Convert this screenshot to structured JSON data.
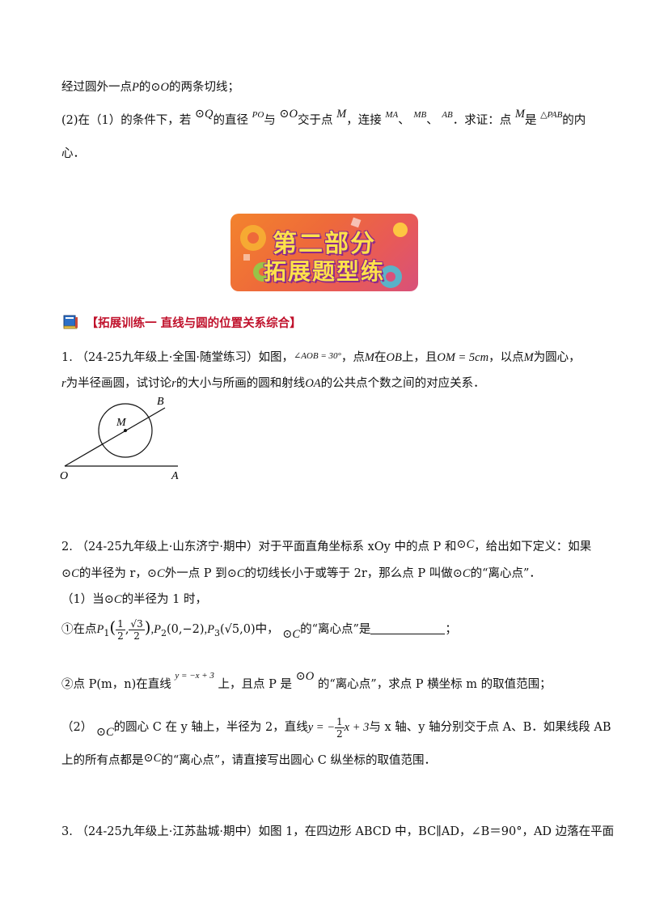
{
  "intro": {
    "line1_pre": "经过圆外一点",
    "line1_p": "P",
    "line1_mid": "的",
    "line1_circle": "⊙O",
    "line1_post": "的两条切线；",
    "line2": {
      "num": "(2)在（1）的条件下，若",
      "circleQ": "⊙Q",
      "t1": "的直径",
      "po": "PO",
      "t2": "与",
      "circleO": "⊙O",
      "t3": "交于点",
      "m": "M",
      "t4": "，连接",
      "ma": "MA",
      "sep1": "、",
      "mb": "MB",
      "sep2": "、",
      "ab": "AB",
      "t5": "．求证：点",
      "m2": "M",
      "t6": "是",
      "tri": "△PAB",
      "t7": "的内"
    },
    "line3": "心．"
  },
  "banner": {
    "line1": "第二部分",
    "line2": "拓展题型练"
  },
  "section": {
    "title": "【拓展训练一  直线与圆的位置关系综合】"
  },
  "q1": {
    "num": "1.",
    "src": "（24-25九年级上·全国·随堂练习）如图，",
    "angle": "∠AOB = 30°",
    "t1": "，点",
    "m": "M",
    "t2": "在",
    "ob": "OB",
    "t3": "上，且",
    "om": "OM = 5cm",
    "t4": "，以点",
    "m2": "M",
    "t5": "为圆心，",
    "l2_r": "r",
    "l2_t1": "为半径画圆，试讨论",
    "l2_r2": "r",
    "l2_t2": "的大小与所画的圆和射线",
    "l2_oa": "OA",
    "l2_t3": "的公共点个数之间的对应关系．",
    "fig": {
      "B": "B",
      "M": "M",
      "O": "O",
      "A": "A"
    }
  },
  "q2": {
    "num": "2.",
    "src": "（24-25九年级上·山东济宁·期中）对于平面直角坐标系 xOy 中的点 P 和",
    "c1": "⊙C",
    "t1": "，给出如下定义：如果",
    "l2_c": "⊙C",
    "l2_t1": "的半径为 r，",
    "l2_c2": "⊙C",
    "l2_t2": "外一点 P 到",
    "l2_c3": "⊙C",
    "l2_t3": "的切线长小于或等于 2r，那么点 P 叫做",
    "l2_c4": "⊙C",
    "l2_t4": "的“离心点”．",
    "p1_a": "（1）当",
    "p1_c": "⊙C",
    "p1_b": "的半径为 1 时，",
    "s1_pre": "①在点",
    "s1_P1": "P",
    "s1_sub1": "1",
    "s1_f_num": "1",
    "s1_f_den": "2",
    "s1_g_num": "√3",
    "s1_g_den": "2",
    "s1_P2": ",P",
    "s1_sub2": "2",
    "s1_P2v": "(0,−2)",
    "s1_P3": ",P",
    "s1_sub3": "3",
    "s1_P3v": "(√5,0)",
    "s1_mid": "中，",
    "s1_c": "⊙C",
    "s1_post": "的“离心点”是",
    "s1_end": "；",
    "s2_pre": "②点 P(m，n)在直线",
    "s2_line": "y = −x + 3",
    "s2_t1": "上，且点 P 是",
    "s2_o": "⊙O",
    "s2_t2": "的“离心点”，求点 P 横坐标 m 的取值范围；",
    "p2_a": "（2）",
    "p2_c": "⊙C",
    "p2_b": "的圆心 C 在 y 轴上，半径为 2，直线",
    "p2_y": "y = −",
    "p2_fn": "1",
    "p2_fd": "2",
    "p2_rest": "x + 3",
    "p2_c2": "与 x 轴、y 轴分别交于点 A、B．如果线段 AB",
    "p3_a": "上的所有点都是",
    "p3_c": "⊙C",
    "p3_b": "的“离心点”，请直接写出圆心 C 纵坐标的取值范围．"
  },
  "q3": {
    "num": "3.",
    "text": "（24-25九年级上·江苏盐城·期中）如图 1，在四边形 ABCD 中，BC∥AD，∠B＝90°，AD 边落在平面"
  }
}
